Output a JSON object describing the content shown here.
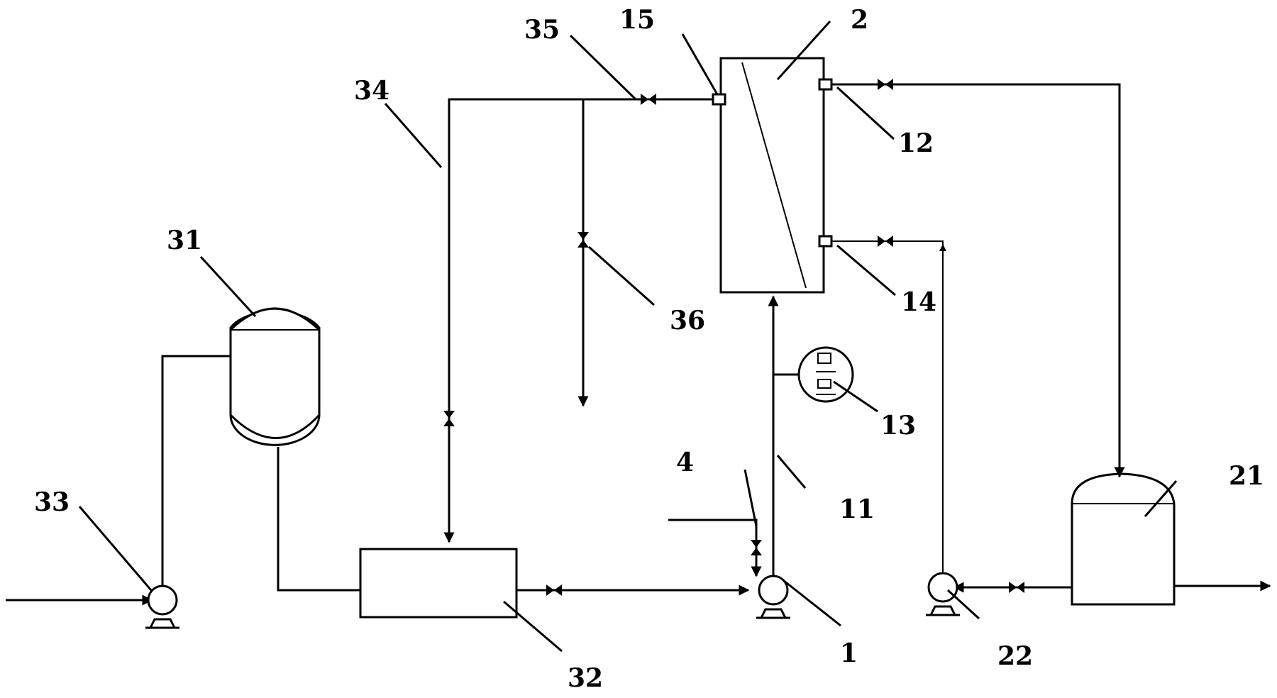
{
  "labels": {
    "n1": "1",
    "n2": "2",
    "n4": "4",
    "n11": "11",
    "n12": "12",
    "n13": "13",
    "n14": "14",
    "n15": "15",
    "n21": "21",
    "n22": "22",
    "n31": "31",
    "n32": "32",
    "n33": "33",
    "n34": "34",
    "n35": "35",
    "n36": "36"
  },
  "colors": {
    "line": "#000000",
    "background": "#ffffff"
  },
  "icons": {
    "pump": "centrifugal-pump-icon",
    "valve": "gate-valve-icon",
    "gauge": "pressure-gauge-icon",
    "arrow": "flow-arrow-icon"
  }
}
